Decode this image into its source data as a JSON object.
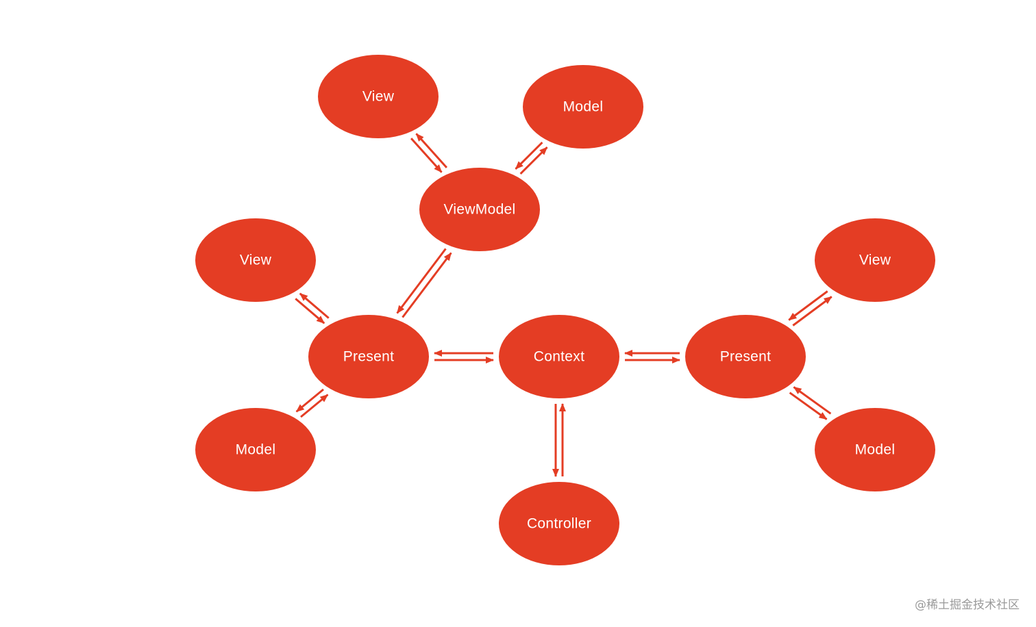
{
  "colors": {
    "node_fill": "#e43d24",
    "arrow": "#e43d24",
    "label": "#ffffff",
    "background": "#ffffff",
    "watermark": "#9a9a9a"
  },
  "nodes": [
    {
      "id": "view-top",
      "label": "View"
    },
    {
      "id": "model-top",
      "label": "Model"
    },
    {
      "id": "viewmodel",
      "label": "ViewModel"
    },
    {
      "id": "view-left",
      "label": "View"
    },
    {
      "id": "present-left",
      "label": "Present"
    },
    {
      "id": "context",
      "label": "Context"
    },
    {
      "id": "present-right",
      "label": "Present"
    },
    {
      "id": "view-right",
      "label": "View"
    },
    {
      "id": "model-left",
      "label": "Model"
    },
    {
      "id": "model-right",
      "label": "Model"
    },
    {
      "id": "controller",
      "label": "Controller"
    }
  ],
  "edges": [
    {
      "from": "view-top",
      "to": "viewmodel",
      "direction": "bidirectional"
    },
    {
      "from": "model-top",
      "to": "viewmodel",
      "direction": "bidirectional"
    },
    {
      "from": "viewmodel",
      "to": "present-left",
      "direction": "bidirectional"
    },
    {
      "from": "view-left",
      "to": "present-left",
      "direction": "bidirectional"
    },
    {
      "from": "model-left",
      "to": "present-left",
      "direction": "bidirectional"
    },
    {
      "from": "present-left",
      "to": "context",
      "direction": "bidirectional"
    },
    {
      "from": "context",
      "to": "present-right",
      "direction": "bidirectional"
    },
    {
      "from": "view-right",
      "to": "present-right",
      "direction": "bidirectional"
    },
    {
      "from": "model-right",
      "to": "present-right",
      "direction": "bidirectional"
    },
    {
      "from": "context",
      "to": "controller",
      "direction": "bidirectional"
    }
  ],
  "watermark": "@稀土掘金技术社区"
}
